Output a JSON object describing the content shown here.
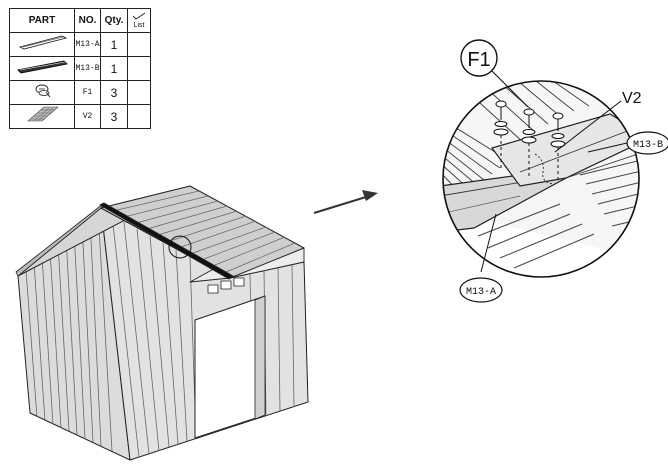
{
  "parts_table": {
    "headers": {
      "part": "PART",
      "no": "NO.",
      "qty": "Qty.",
      "list": "List"
    },
    "rows": [
      {
        "icon": "long-rail-icon",
        "no": "M13-A",
        "qty": "1"
      },
      {
        "icon": "long-rail-icon",
        "no": "M13-B",
        "qty": "1"
      },
      {
        "icon": "screw-washer-icon",
        "no": "F1",
        "qty": "3"
      },
      {
        "icon": "mesh-strip-icon",
        "no": "V2",
        "qty": "3"
      }
    ]
  },
  "callouts": {
    "f1": "F1",
    "v2": "V2",
    "m13b": "M13-B",
    "m13a": "M13-A"
  }
}
